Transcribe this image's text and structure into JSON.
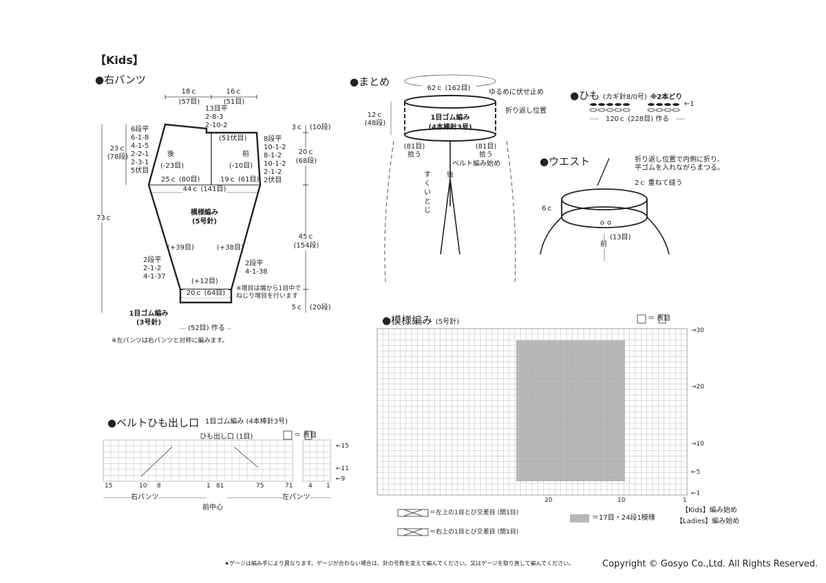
{
  "page": {
    "title": "【Kids】",
    "footnote": "★ゲージは編み手により異なります。ゲージが合わない場合は、針の号数を変えて編んでください。又はゲージを取り直して編んでください。",
    "copyright": "Copyright © Gosyo Co.,Ltd. All Rights Reserved."
  },
  "pants": {
    "heading": "●右パンツ",
    "top_w_left": "18ｃ",
    "top_w_left_st": "(57目)",
    "top_w_right": "16ｃ",
    "top_w_right_st": "(51目)",
    "crotch_dec": [
      "13目平",
      "2-8-3",
      "2-10-2"
    ],
    "back_dec": [
      "6段平",
      "6-1-8",
      "4-1-5",
      "2-2-1",
      "2-3-1",
      "5伏目"
    ],
    "front_dec": [
      "8段平",
      "10-1-2",
      "8-1-2",
      "10-1-2",
      "2-1-2",
      "2伏目"
    ],
    "bind_51": "(51伏目)",
    "h23": "23ｃ",
    "h23_rows": "(78段)",
    "back_label": "後",
    "back_st": "(-23目)",
    "front_label": "前",
    "front_st": "(-10目)",
    "w25": "25ｃ (80目)",
    "w19": "19ｃ (61目)",
    "w44": "44ｃ (141目)",
    "pattern": "模様編み",
    "needle5": "(5号針)",
    "inc_left": "(+39目)",
    "inc_right": "(+38目)",
    "inc_l_rules": [
      "2段平",
      "2-1-2",
      "4-1-37"
    ],
    "inc_r_rules": [
      "2段平",
      "4-1-38"
    ],
    "inc12": "(+12目)",
    "w20": "20ｃ (64目)",
    "rib": "1目ゴム編み",
    "needle3": "(3号針)",
    "cast": "(52目) 作る",
    "note_inc": [
      "※増目は端から1目中で",
      "ねじり増目を行います"
    ],
    "note_left": "※左パンツは右パンツと対称に編みます。",
    "total_h": "73ｃ",
    "r3": "3ｃ",
    "r3_rows": "(10段)",
    "r20": "20ｃ",
    "r20_rows": "(68段)",
    "r45": "45ｃ",
    "r45_rows": "(154段)",
    "r5": "5ｃ",
    "r5_rows": "(20段)"
  },
  "matome": {
    "heading": "●まとめ",
    "w62": "62ｃ (162目)",
    "loose_bind": "ゆるめに伏せ止め",
    "fold": "折り返し位置",
    "h12": "12ｃ",
    "h12_rows": "(48段)",
    "rib": "1目ゴム編み",
    "needle": "(4本棒針3号)",
    "pick_l": [
      "(81目)",
      "拾う"
    ],
    "pick_r": [
      "(81目)",
      "拾う"
    ],
    "belt_start": "ベルト編み始め",
    "back": "後",
    "sukui": "すくいとじ"
  },
  "himo": {
    "heading": "●ひも",
    "sub": "(カギ針8/0号)",
    "note": "※2本どり",
    "arrow": "←1",
    "len": "120ｃ (228目) 作る"
  },
  "waist": {
    "heading": "●ウエスト",
    "note": [
      "折り返し位置で内側に折り、",
      "平ゴムを入れながらまつる。"
    ],
    "overlap": "2ｃ 重ねて縫う",
    "h6": "6ｃ",
    "st13": "(13目)",
    "front": "前"
  },
  "belt": {
    "heading": "●ベルトひも出し口",
    "sub": "1目ゴム編み (4本棒針3号)",
    "legend": "＝ 表目",
    "hole": "ひも出し口 (1目)",
    "rows": [
      "←15",
      "←11",
      "←9"
    ],
    "nums": [
      "15",
      "10",
      "8",
      "1",
      "81",
      "75",
      "71",
      "4",
      "1"
    ],
    "right": "右パンツ",
    "left": "左パンツ",
    "center": "前中心"
  },
  "chart": {
    "heading": "●模様編み",
    "sub": "(5号針)",
    "legend": "＝ 表目",
    "rows": [
      "→30",
      "→20",
      "→10",
      "←5",
      "←1"
    ],
    "cols": [
      "20",
      "10",
      "1"
    ],
    "kids_start": "【Kids】編み始め",
    "ladies_start": "【Ladies】編み始め",
    "key1": "＝左上の1目とび交差目 (間1目)",
    "key2": "＝右上の1目とび交差目 (間1目)",
    "key3": "＝17目・24段1模様",
    "shade_color": "#b8b8b8"
  }
}
